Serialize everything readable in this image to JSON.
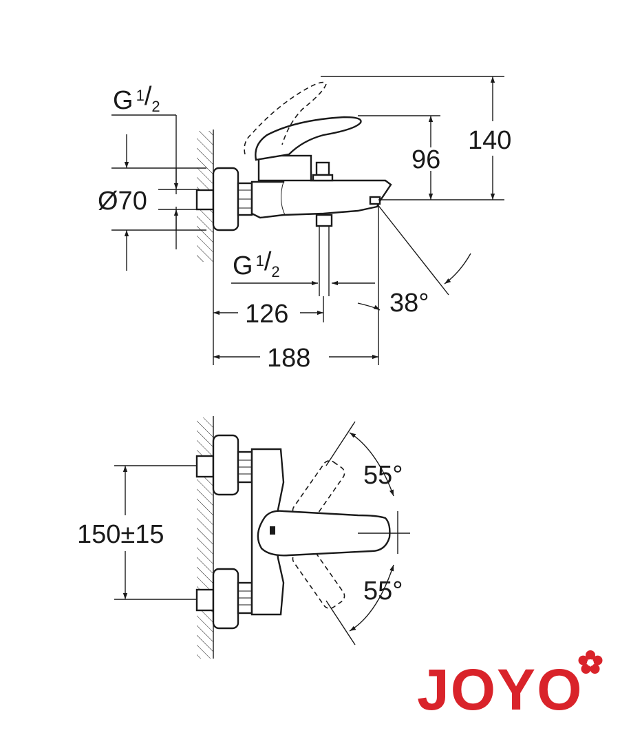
{
  "side_view": {
    "thread_top": {
      "base": "G",
      "num": "1",
      "den": "2"
    },
    "diameter": "Ø70",
    "thread_bottom": {
      "base": "G",
      "num": "1",
      "den": "2"
    },
    "dim_126": "126",
    "dim_188": "188",
    "dim_96": "96",
    "dim_140": "140",
    "angle": "38°"
  },
  "top_view": {
    "spacing": "150±15",
    "angle_up": "55°",
    "angle_down": "55°"
  },
  "logo": {
    "text": "JOYO",
    "color": "#d9232a"
  }
}
